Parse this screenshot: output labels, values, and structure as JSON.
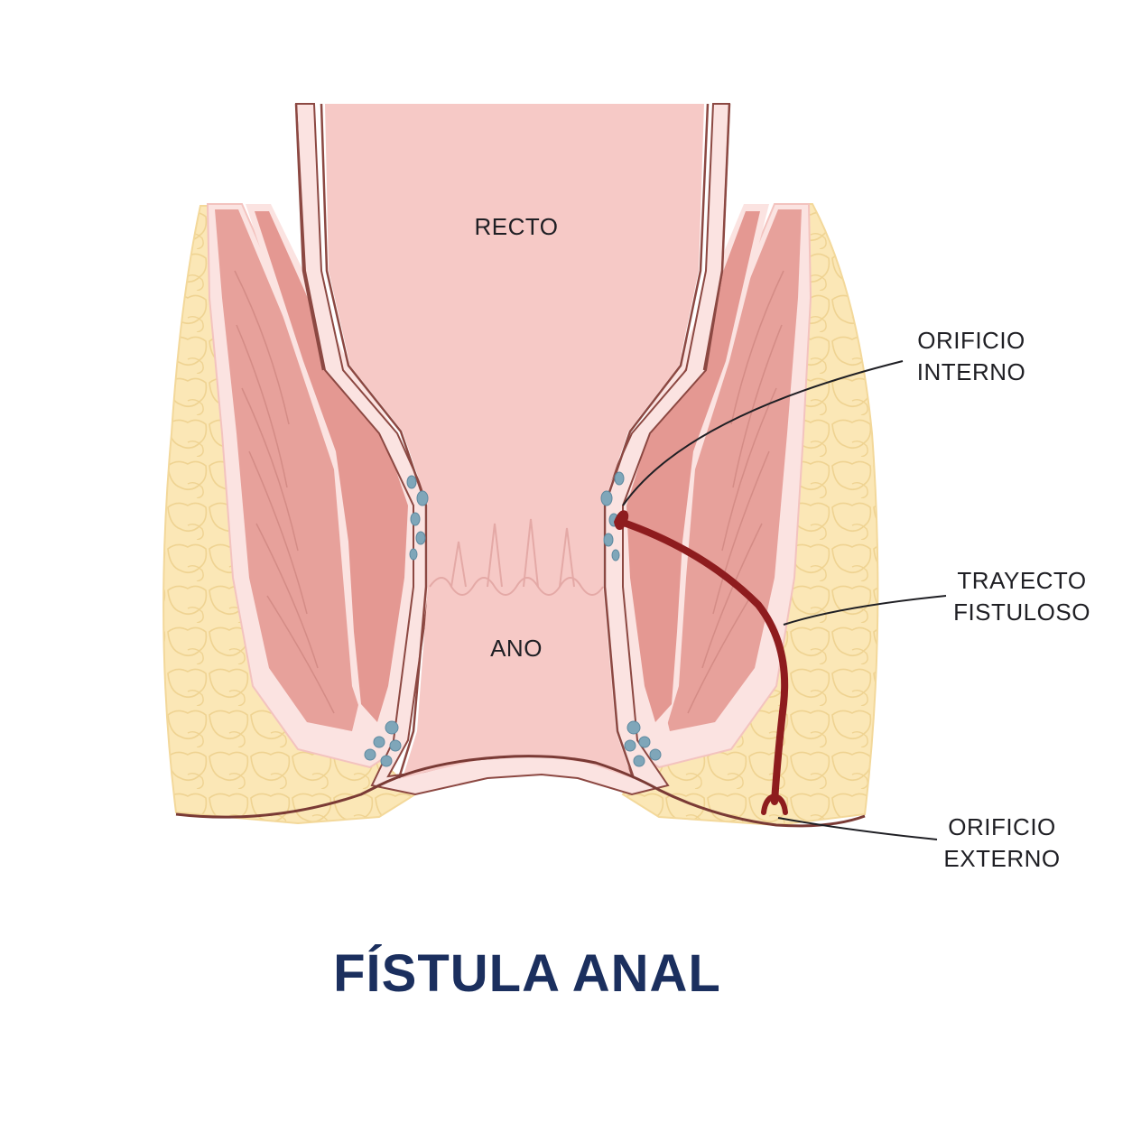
{
  "title": "FÍSTULA ANAL",
  "labels": {
    "recto": "RECTO",
    "ano": "ANO",
    "orificio_interno": [
      "ORIFICIO",
      "INTERNO"
    ],
    "trayecto_fistuloso": [
      "TRAYECTO",
      "FISTULOSO"
    ],
    "orificio_externo": [
      "ORIFICIO",
      "EXTERNO"
    ]
  },
  "colors": {
    "fat": "#fbe7b6",
    "fat_cells": "#f3d89a",
    "sphincter": "#e7a19b",
    "sphincter_striation": "#cf8680",
    "mucosa_border": "#fbe3e1",
    "lumen": "#f6c9c6",
    "outline": "#7a3a35",
    "glands": "#7fa6b9",
    "fistula": "#8e1c1e",
    "leader_line": "#1f1f24",
    "title": "#1b2f5e"
  }
}
